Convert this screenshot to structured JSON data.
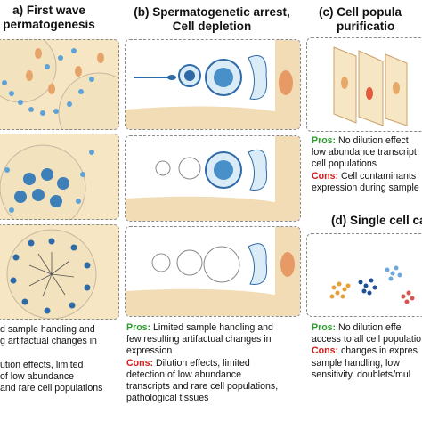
{
  "headers": {
    "a": {
      "line1": "a) First wave",
      "line2": "permatogenesis"
    },
    "b": {
      "line1": "(b) Spermatogenetic arrest,",
      "line2": "Cell depletion"
    },
    "c": {
      "line1": "(c) Cell popula",
      "line2": "purificatio"
    },
    "d": {
      "line1": "(d) Single cell ca"
    }
  },
  "text_a": {
    "lines": [
      "d sample handling and",
      "g artifactual changes in",
      "",
      "ution  effects,  limited",
      "of    low    abundance",
      "and rare cell populations"
    ]
  },
  "text_b": {
    "pros_label": "Pros:",
    "pros_lines": [
      " Limited sample handling and",
      "few resulting artifactual changes in",
      "expression"
    ],
    "cons_label": "Cons:",
    "cons_lines": [
      " Dilution  effects,  limited",
      "detection    of    low    abundance",
      "transcripts and rare cell populations,",
      "pathological tissues"
    ]
  },
  "text_c": {
    "pros_label": "Pros:",
    "pros_lines": " No dilution effect",
    "lines_mid": [
      "low abundance transcript",
      "cell populations"
    ],
    "cons_label": "Cons:",
    "cons_lines": " Cell contaminants",
    "lines_end": [
      "expression during sample"
    ]
  },
  "text_d": {
    "pros_label": "Pros:",
    "pros_line": "  No  dilution  effe",
    "lines_mid": [
      "access to all cell populatio"
    ],
    "cons_label": "Cons:",
    "cons_line": " changes in expres",
    "lines_end": [
      "sample  handling,  low",
      "sensitivity, doublets/mul"
    ]
  },
  "colors": {
    "pros": "#2e9a2e",
    "cons": "#d41a1a",
    "tubule_bg": "#f7e6c4",
    "cell_blue": "#4a90c8",
    "cell_orange": "#e8a86a"
  }
}
